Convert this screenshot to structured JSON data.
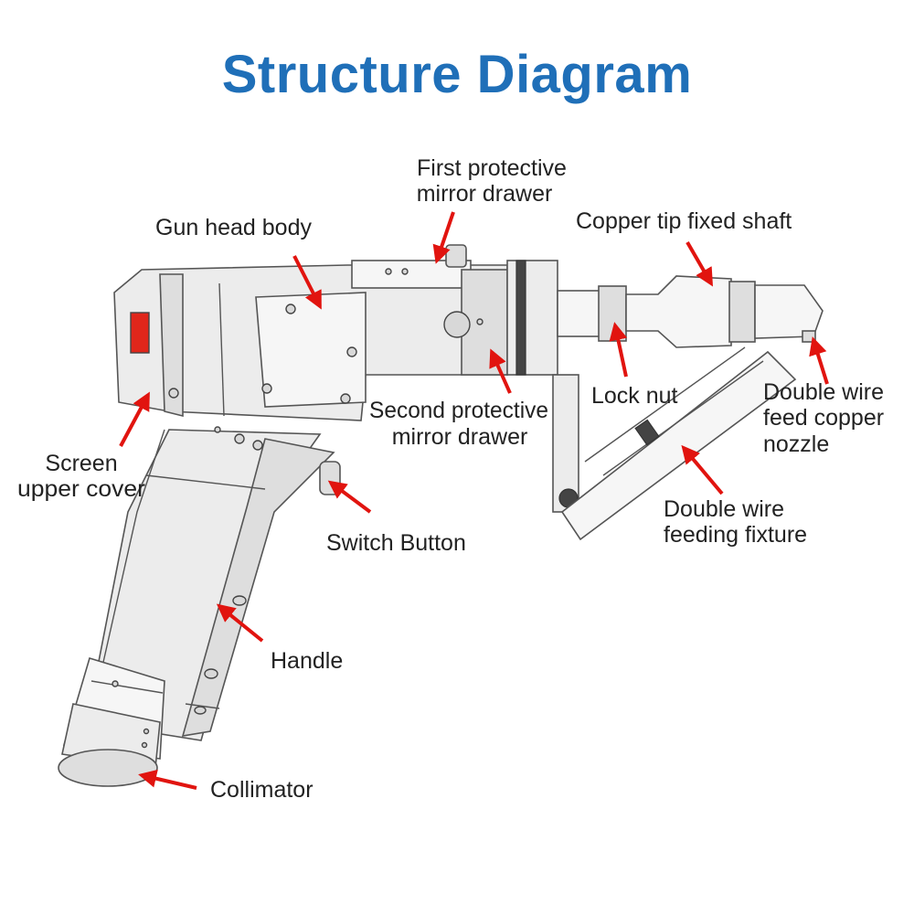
{
  "title": "Structure Diagram",
  "colors": {
    "title": "#1f6fb8",
    "arrow": "#e1140f",
    "screen": "#e0261b"
  },
  "labels": {
    "first_mirror_l1": "First protective",
    "first_mirror_l2": "mirror drawer",
    "gun_head": "Gun head body",
    "copper_shaft": "Copper tip fixed shaft",
    "second_mirror_l1": "Second protective",
    "second_mirror_l2": "mirror drawer",
    "lock_nut": "Lock nut",
    "nozzle_l1": "Double wire",
    "nozzle_l2": "feed copper",
    "nozzle_l3": "nozzle",
    "screen_l1": "Screen",
    "screen_l2": "upper cover",
    "switch": "Switch Button",
    "fixture_l1": "Double wire",
    "fixture_l2": "feeding fixture",
    "handle": "Handle",
    "collimator": "Collimator"
  }
}
